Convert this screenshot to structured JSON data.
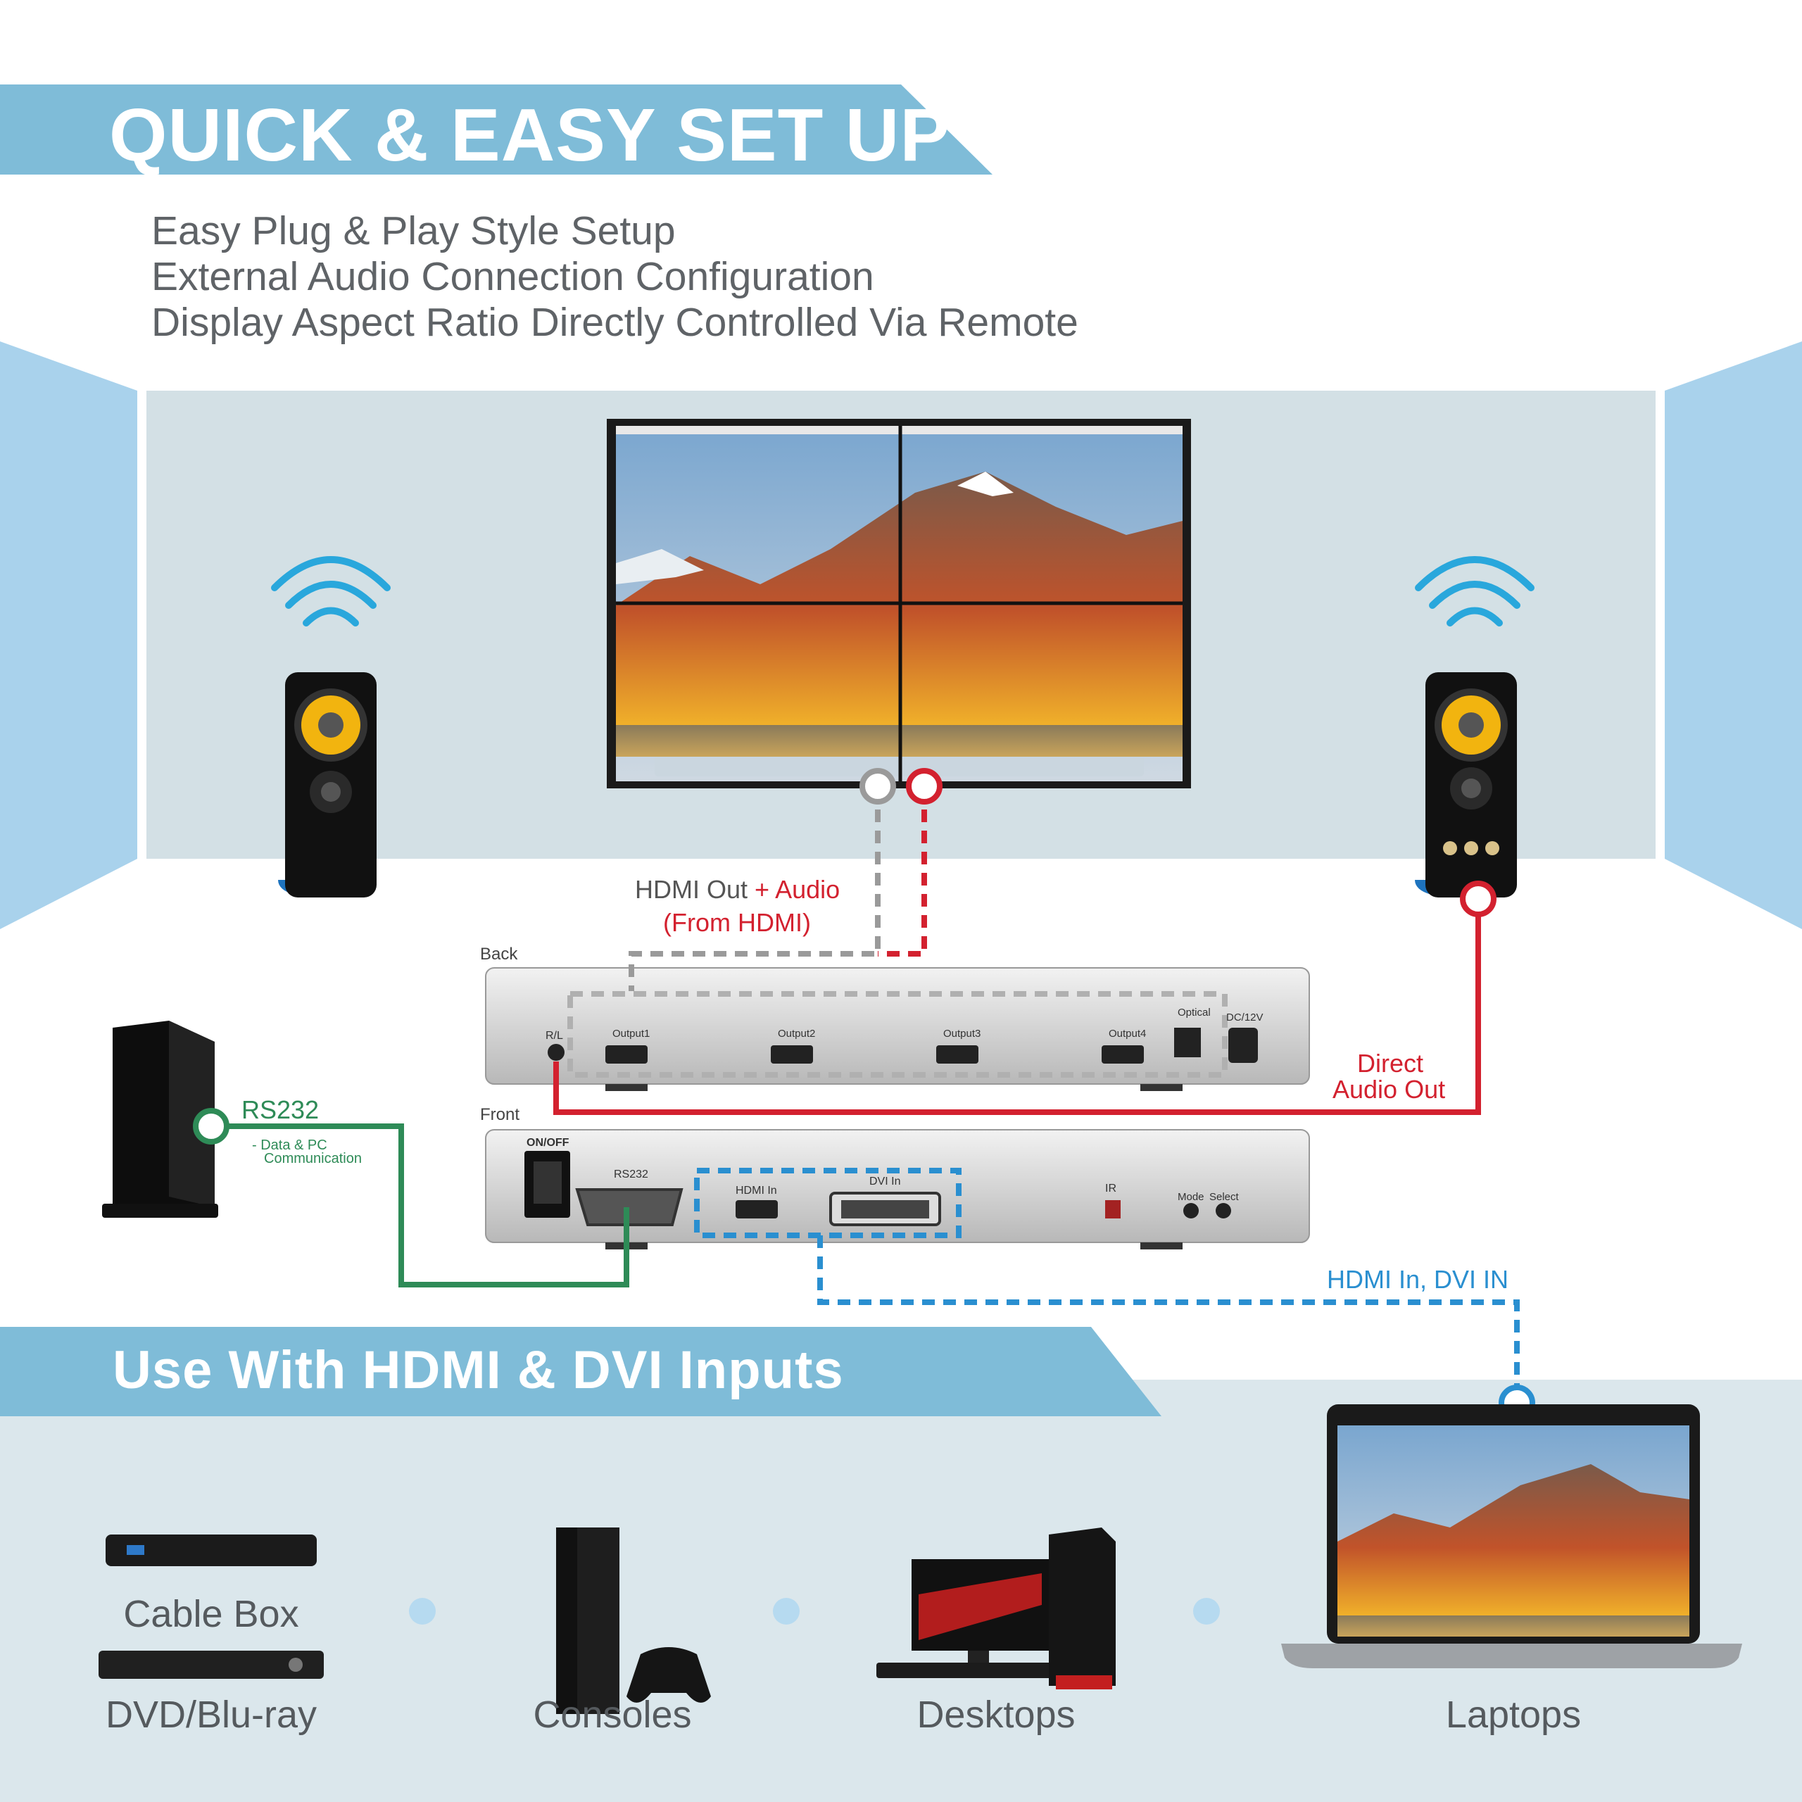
{
  "header": {
    "title": "QUICK & EASY SET UP",
    "bullets": [
      "Easy Plug & Play Style Setup",
      "External Audio Connection Configuration",
      "Display Aspect Ratio Directly Controlled Via Remote"
    ]
  },
  "diagram": {
    "hdmi_out_label": "HDMI Out",
    "plus_audio_label": "+ Audio",
    "from_hdmi_label": "(From HDMI)",
    "back_panel": {
      "label": "Back",
      "audio_jack": "R/L",
      "outputs": [
        "Output1",
        "Output2",
        "Output3",
        "Output4"
      ],
      "optical": "Optical",
      "power": "DC/12V"
    },
    "front_panel": {
      "label": "Front",
      "power_switch": "ON/OFF",
      "rs232": "RS232",
      "hdmi_in": "HDMI In",
      "dvi_in": "DVI In",
      "ir": "IR",
      "mode": "Mode",
      "select": "Select"
    },
    "direct_audio_label_1": "Direct",
    "direct_audio_label_2": "Audio Out",
    "rs232_label": "RS232",
    "rs232_desc_1": "-  Data & PC",
    "rs232_desc_2": "Communication",
    "inputs_label": "HDMI In, DVI IN"
  },
  "footer": {
    "title": "Use With HDMI & DVI Inputs",
    "categories": [
      "Cable Box",
      "DVD/Blu-ray",
      "Consoles",
      "Desktops",
      "Laptops"
    ]
  },
  "colors": {
    "banner": "#7fbcd8",
    "room_back": "#d3e0e5",
    "room_side": "#a9d2ec",
    "hdmi_gray": "#9a9a9a",
    "audio_red": "#d3212f",
    "rs232_green": "#2e8b57",
    "input_blue": "#2a8fd0"
  }
}
